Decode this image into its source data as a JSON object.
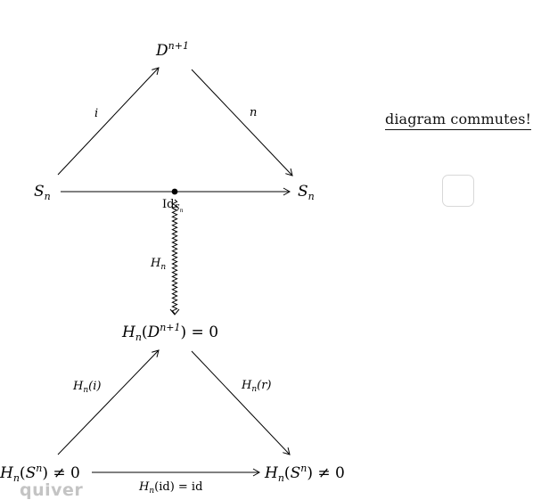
{
  "nodes": {
    "d_n1": {
      "base": "D",
      "sup": "n+1"
    },
    "s_n_left": {
      "base": "S",
      "sub": "n"
    },
    "s_n_right": {
      "base": "S",
      "sub": "n"
    },
    "h_d": {
      "text": "H",
      "sub": "n",
      "open": "(",
      "inner": "D",
      "innersup": "n+1",
      "close": ") = 0"
    },
    "h_s_left": {
      "text": "H",
      "sub": "n",
      "open": "(",
      "inner": "S",
      "innersup": "n",
      "close": ") ≠ 0"
    },
    "h_s_right": {
      "text": "H",
      "sub": "n",
      "open": "(",
      "inner": "S",
      "innersup": "n",
      "close": ") ≠ 0"
    }
  },
  "edges": {
    "i": "i",
    "n": "n",
    "id": {
      "text": "Id",
      "sub": "S",
      "subsub": "n"
    },
    "hn": {
      "text": "H",
      "sub": "n"
    },
    "hn_i": {
      "text": "H",
      "sub": "n",
      "arg": "(i)"
    },
    "hn_r": {
      "text": "H",
      "sub": "n",
      "arg": "(r)"
    },
    "hn_id": {
      "text": "H",
      "sub": "n",
      "arg": "(id) = id"
    }
  },
  "side": {
    "label": "diagram commutes!"
  },
  "brand": "quiver"
}
